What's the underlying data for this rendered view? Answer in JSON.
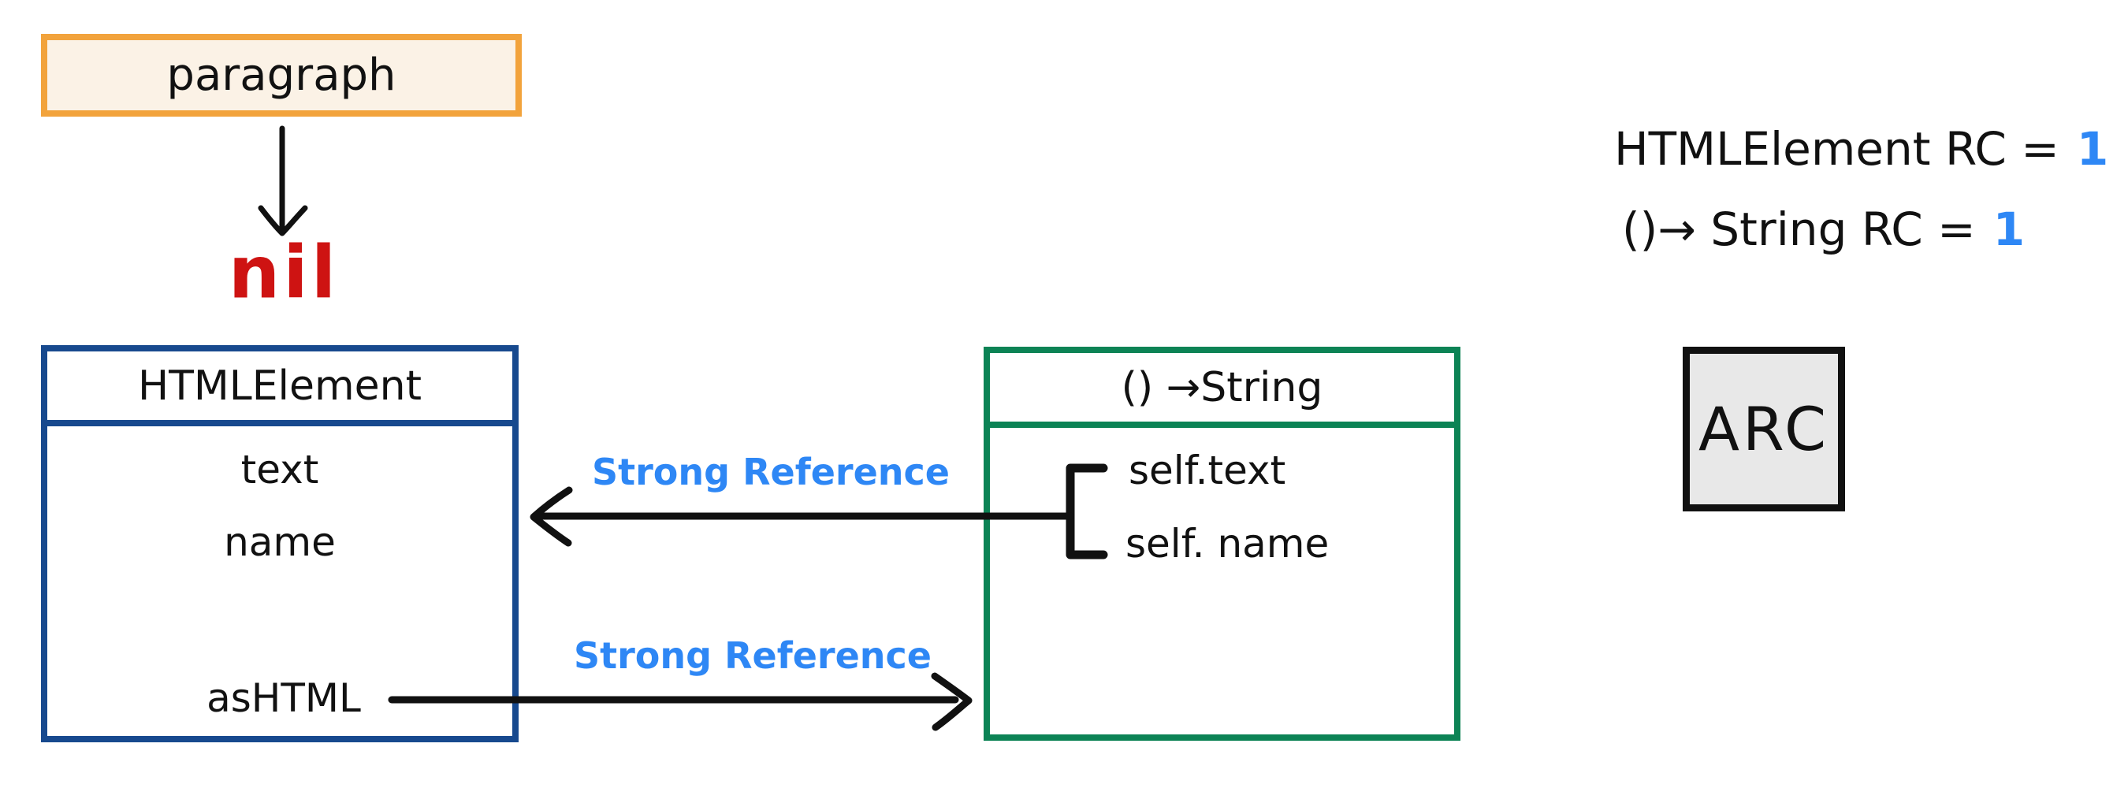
{
  "colors": {
    "orange": "#F2A33C",
    "cream": "#FBF2E6",
    "navy": "#17498E",
    "green": "#0C8355",
    "red": "#CE1312",
    "blue": "#2E87F5",
    "gray_fill": "#E8E8E8"
  },
  "paragraph_box": {
    "label": "paragraph"
  },
  "nil_label": "nil",
  "html_element_box": {
    "title": "HTMLElement",
    "fields": [
      "text",
      "name",
      "asHTML"
    ]
  },
  "closure_box": {
    "title": "() →String",
    "captures": [
      "self.text",
      "self. name"
    ]
  },
  "references": {
    "closure_to_instance_label": "Strong Reference",
    "instance_to_closure_label": "Strong Reference"
  },
  "ref_counts": [
    {
      "label": "HTMLElement RC =",
      "value": "1"
    },
    {
      "label": "()→ String RC =",
      "value": "1"
    }
  ],
  "arc_box": {
    "label": "ARC"
  }
}
